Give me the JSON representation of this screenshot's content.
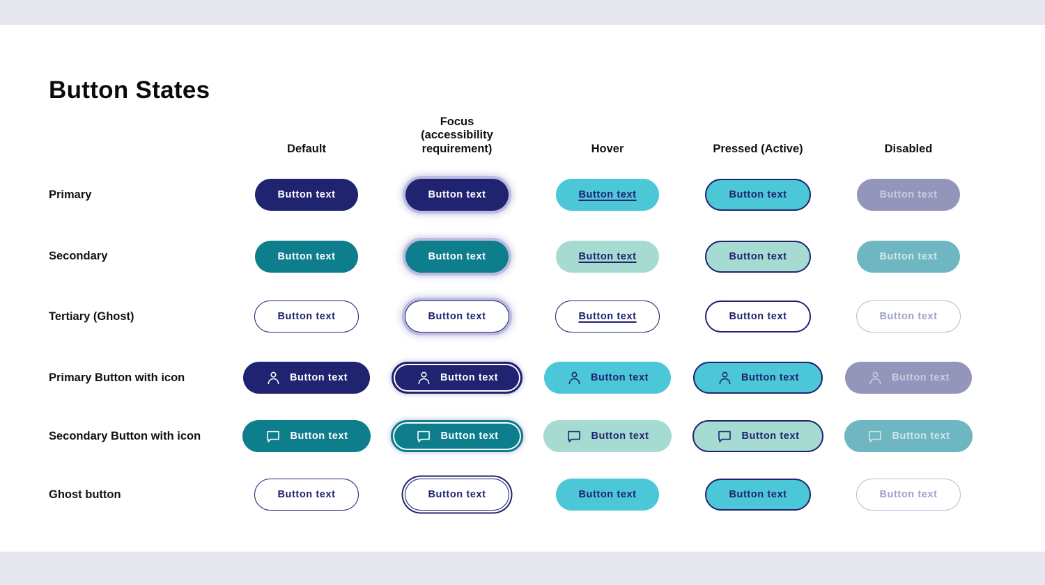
{
  "title": "Button States",
  "button_label": "Button text",
  "columns": {
    "default": "Default",
    "focus": "Focus (accessibility requirement)",
    "hover": "Hover",
    "pressed": "Pressed (Active)",
    "disabled": "Disabled"
  },
  "rows": {
    "primary": "Primary",
    "secondary": "Secondary",
    "tertiary": "Tertiary (Ghost)",
    "primary_icon": "Primary Button with icon",
    "secondary_icon": "Secondary Button with icon",
    "ghost": "Ghost button"
  },
  "icons": {
    "primary_icon_row": "person-icon",
    "secondary_icon_row": "chat-bubble-icon"
  },
  "colors": {
    "primary_navy": "#1f2370",
    "secondary_teal": "#0e7d8c",
    "hover_cyan": "#4cc7d7",
    "hover_mint": "#a6dbd2",
    "disabled_primary_bg": "#9396ba",
    "disabled_secondary_bg": "#6eb7c2",
    "disabled_border": "#b8bbd9",
    "disabled_text": "#9fa3c7",
    "focus_halo": "#bcbbe2",
    "page_band": "#e7e7f0"
  }
}
